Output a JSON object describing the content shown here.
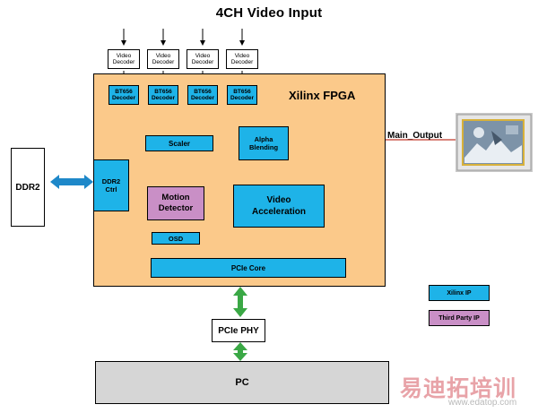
{
  "title": "4CH Video Input",
  "fpga_label": "Xilinx FPGA",
  "decoders": [
    "Video Decoder",
    "Video Decoder",
    "Video Decoder",
    "Video Decoder"
  ],
  "bt656": [
    "BT656 Decoder",
    "BT656 Decoder",
    "BT656 Decoder",
    "BT656 Decoder"
  ],
  "blocks": {
    "scaler": "Scaler",
    "alpha_blending": "Alpha Blending",
    "ddr2_ctrl": "DDR2 Ctrl",
    "motion_detector": "Motion Detector",
    "osd": "OSD",
    "video_acceleration": "Video Acceleration",
    "pcie_core": "PCIe Core"
  },
  "external": {
    "ddr2": "DDR2",
    "pcie_phy": "PCIe PHY",
    "pc": "PC",
    "main_output": "Main_Output"
  },
  "legend": {
    "xilinx_ip": "Xilinx IP",
    "third_party_ip": "Third Party IP"
  },
  "watermark": {
    "brand": "易迪拓培训",
    "url": "www.edatop.com"
  },
  "colors": {
    "fpga_fill": "#fbc98a",
    "xilinx_ip": "#1eb3e8",
    "third_party_ip": "#c98fc6",
    "pc_fill": "#d6d6d6",
    "arrow_blue": "#1e88c9",
    "arrow_green": "#3aa845",
    "output_line": "#c0392b"
  }
}
